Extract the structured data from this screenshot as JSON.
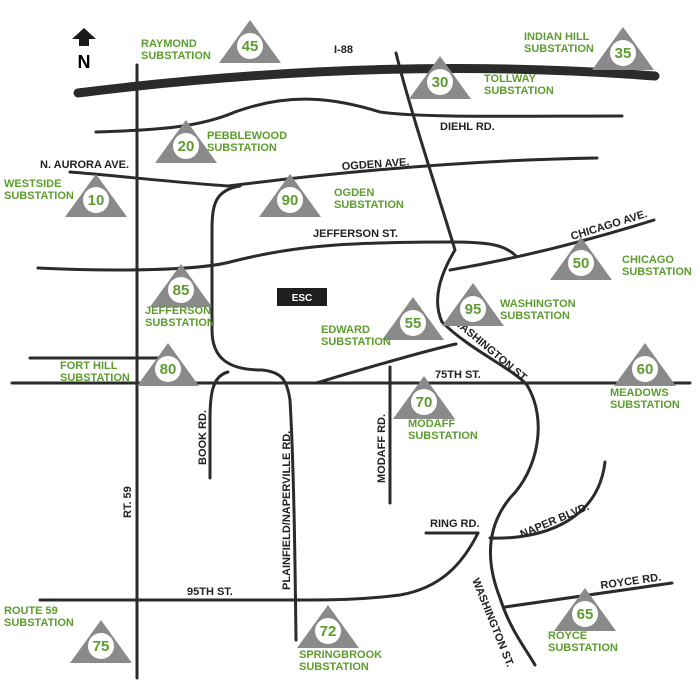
{
  "colors": {
    "road": "#2b2b2b",
    "substation_green": "#5d9c2e",
    "triangle_gray": "#8a8a8a",
    "esc_box": "#1f1f1f"
  },
  "compass": {
    "label": "N",
    "icon": "north-arrow-icon"
  },
  "esc": {
    "label": "ESC"
  },
  "roads": [
    {
      "id": "i88",
      "label": "I-88"
    },
    {
      "id": "diehl",
      "label": "DIEHL RD."
    },
    {
      "id": "n-aurora",
      "label": "N. AURORA AVE."
    },
    {
      "id": "ogden",
      "label": "OGDEN AVE."
    },
    {
      "id": "jefferson",
      "label": "JEFFERSON ST."
    },
    {
      "id": "chicago",
      "label": "CHICAGO AVE."
    },
    {
      "id": "washington-upper",
      "label": "WASHINGTON ST."
    },
    {
      "id": "75th",
      "label": "75TH ST."
    },
    {
      "id": "book",
      "label": "BOOK RD."
    },
    {
      "id": "plainfield",
      "label": "PLAINFIELD/NAPERVILLE RD."
    },
    {
      "id": "modaff",
      "label": "MODAFF RD."
    },
    {
      "id": "rt59",
      "label": "RT. 59"
    },
    {
      "id": "ring",
      "label": "RING RD."
    },
    {
      "id": "naper",
      "label": "NAPER BLVD."
    },
    {
      "id": "95th",
      "label": "95TH ST."
    },
    {
      "id": "royce",
      "label": "ROYCE RD."
    },
    {
      "id": "washington-lower",
      "label": "WASHINGTON ST."
    }
  ],
  "substations": [
    {
      "number": "45",
      "name": [
        "RAYMOND",
        "SUBSTATION"
      ]
    },
    {
      "number": "35",
      "name": [
        "INDIAN HILL",
        "SUBSTATION"
      ]
    },
    {
      "number": "30",
      "name": [
        "TOLLWAY",
        "SUBSTATION"
      ]
    },
    {
      "number": "20",
      "name": [
        "PEBBLEWOOD",
        "SUBSTATION"
      ]
    },
    {
      "number": "10",
      "name": [
        "WESTSIDE",
        "SUBSTATION"
      ]
    },
    {
      "number": "90",
      "name": [
        "OGDEN",
        "SUBSTATION"
      ]
    },
    {
      "number": "50",
      "name": [
        "CHICAGO",
        "SUBSTATION"
      ]
    },
    {
      "number": "85",
      "name": [
        "JEFFERSON",
        "SUBSTATION"
      ]
    },
    {
      "number": "95",
      "name": [
        "WASHINGTON",
        "SUBSTATION"
      ]
    },
    {
      "number": "55",
      "name": [
        "EDWARD",
        "SUBSTATION"
      ]
    },
    {
      "number": "80",
      "name": [
        "FORT HILL",
        "SUBSTATION"
      ]
    },
    {
      "number": "60",
      "name": [
        "MEADOWS",
        "SUBSTATION"
      ]
    },
    {
      "number": "70",
      "name": [
        "MODAFF",
        "SUBSTATION"
      ]
    },
    {
      "number": "72",
      "name": [
        "SPRINGBROOK",
        "SUBSTATION"
      ]
    },
    {
      "number": "75",
      "name": [
        "ROUTE 59",
        "SUBSTATION"
      ]
    },
    {
      "number": "65",
      "name": [
        "ROYCE",
        "SUBSTATION"
      ]
    }
  ]
}
